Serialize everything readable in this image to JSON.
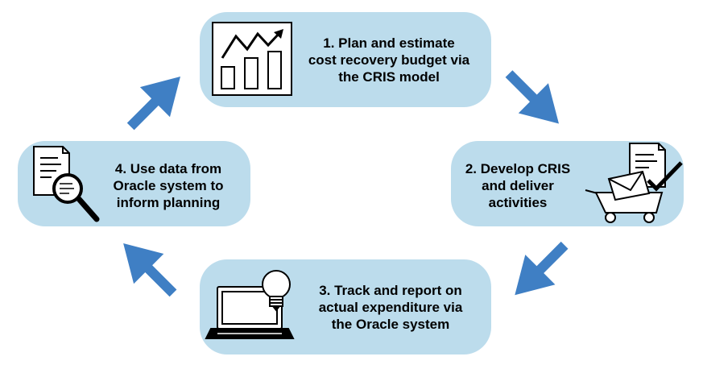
{
  "colors": {
    "box_fill": "#bcdcec",
    "arrow": "#3f7fc4",
    "icon_stroke": "#000000",
    "icon_fill": "#ffffff"
  },
  "steps": [
    {
      "label": "1. Plan and estimate\ncost recovery budget via\nthe CRIS model",
      "icon": "bar-chart-trend-icon"
    },
    {
      "label": "2. Develop CRIS\nand deliver\nactivities",
      "icon": "shopping-cart-document-icon"
    },
    {
      "label": "3. Track and report on\nactual expenditure via\nthe Oracle system",
      "icon": "laptop-lightbulb-icon"
    },
    {
      "label": "4. Use data from\nOracle system to\ninform planning",
      "icon": "document-magnifier-icon"
    }
  ]
}
